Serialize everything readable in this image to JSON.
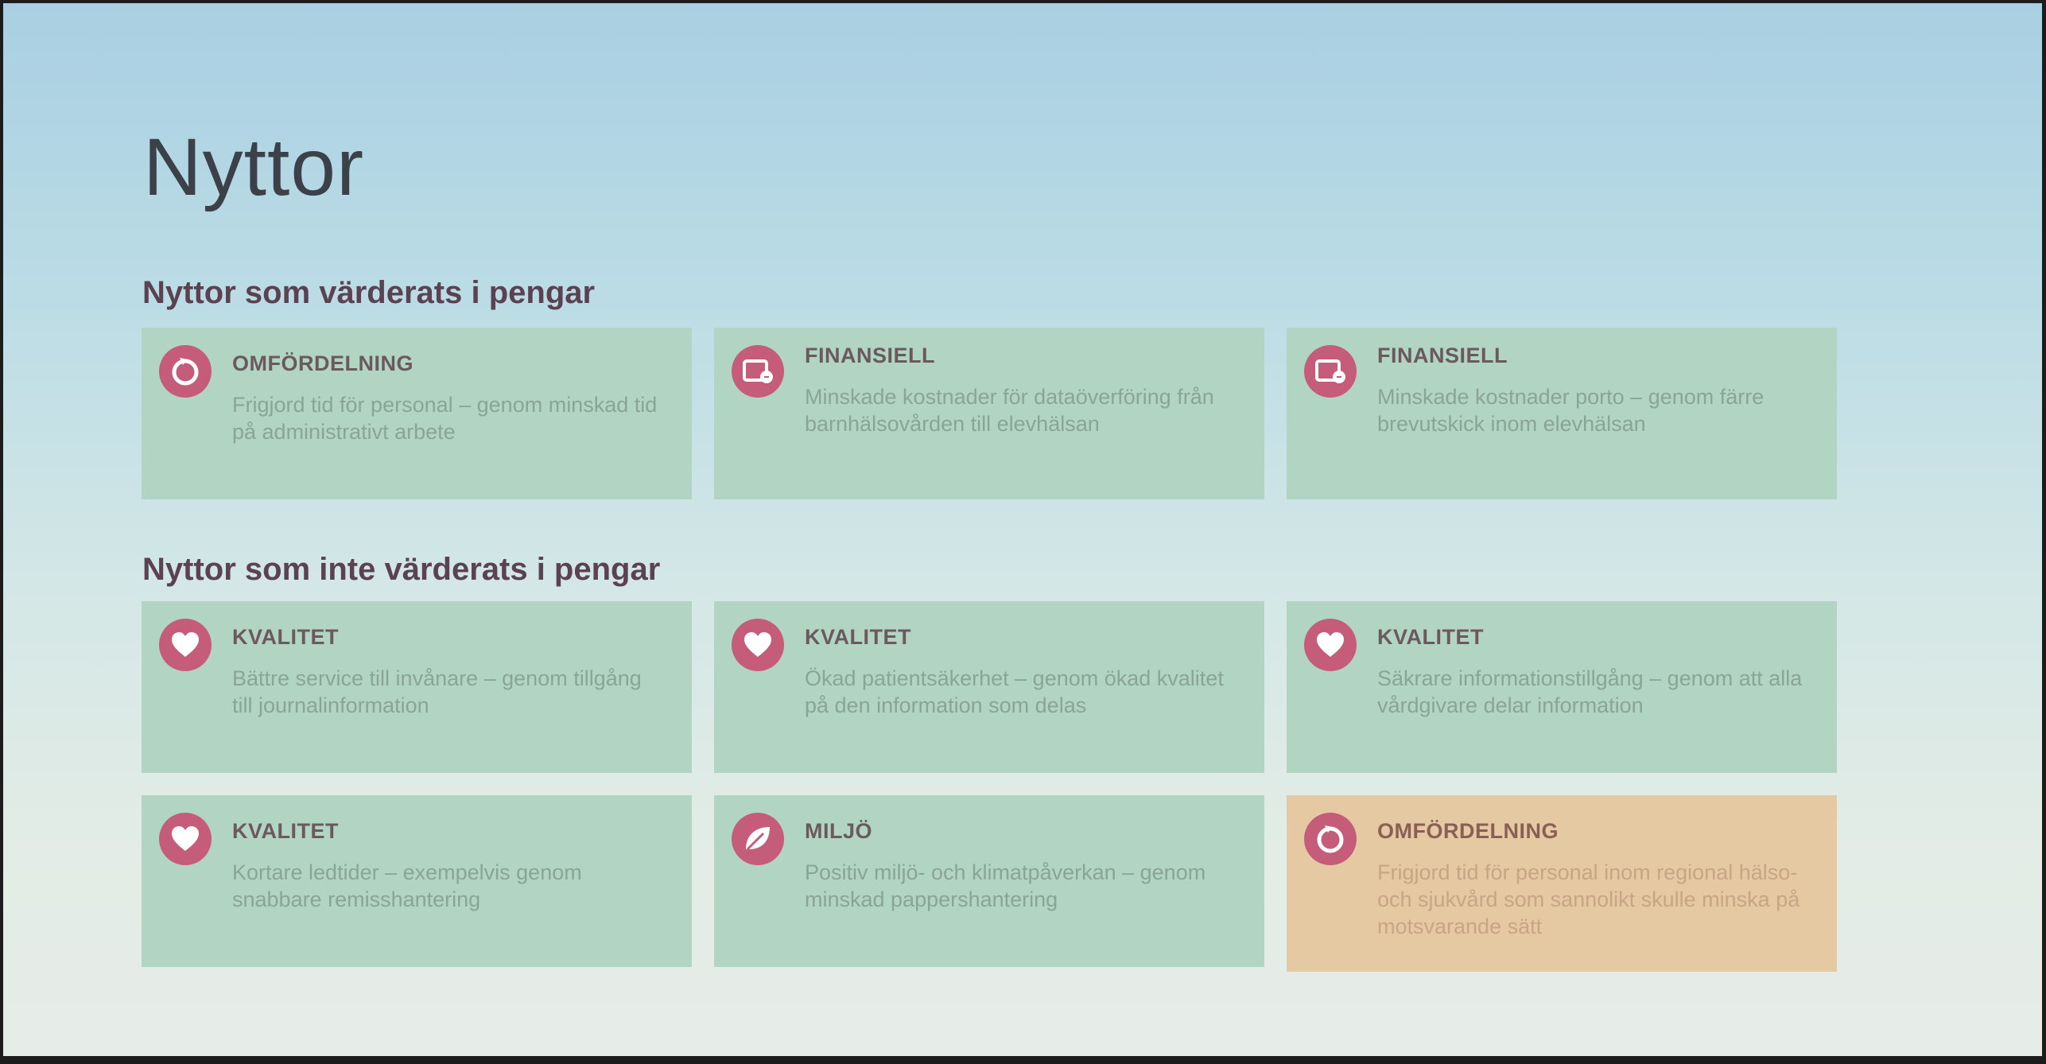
{
  "slide": {
    "title": "Nyttor",
    "section_monetary": {
      "heading": "Nyttor som värderats i pengar",
      "cards": [
        {
          "category": "OMFÖRDELNING",
          "description": "Frigjord tid för personal – genom minskad tid på administrativt arbete",
          "icon": "redistribution-icon"
        },
        {
          "category": "FINANSIELL",
          "description": "Minskade kostnader för dataöverföring från barnhälsovården till elevhälsan",
          "icon": "finance-icon"
        },
        {
          "category": "FINANSIELL",
          "description": "Minskade kostnader porto – genom färre brevutskick inom elevhälsan",
          "icon": "finance-icon"
        }
      ]
    },
    "section_nonmonetary": {
      "heading": "Nyttor som inte värderats i pengar",
      "cards": [
        {
          "category": "KVALITET",
          "description": "Bättre service till invånare – genom tillgång till journalinformation",
          "icon": "heart-icon"
        },
        {
          "category": "KVALITET",
          "description": "Ökad patientsäkerhet – genom ökad kvalitet på den information som delas",
          "icon": "heart-icon"
        },
        {
          "category": "KVALITET",
          "description": "Säkrare informationstillgång – genom att alla vårdgivare delar information",
          "icon": "heart-icon"
        },
        {
          "category": "KVALITET",
          "description": "Kortare ledtider – exempelvis genom snabbare remisshantering",
          "icon": "heart-icon"
        },
        {
          "category": "MILJÖ",
          "description": "Positiv miljö- och klimatpåverkan – genom minskad pappershantering",
          "icon": "leaf-icon"
        },
        {
          "category": "OMFÖRDELNING",
          "description": "Frigjord tid för personal inom regional hälso- och sjukvård som sannolikt skulle minska på motsvarande sätt",
          "icon": "redistribution-icon"
        }
      ]
    },
    "colors": {
      "card_green": "#b2d4c2",
      "card_orange": "#e5c9a3",
      "icon_accent": "#c55c7a",
      "heading_color": "#5a4252"
    }
  }
}
